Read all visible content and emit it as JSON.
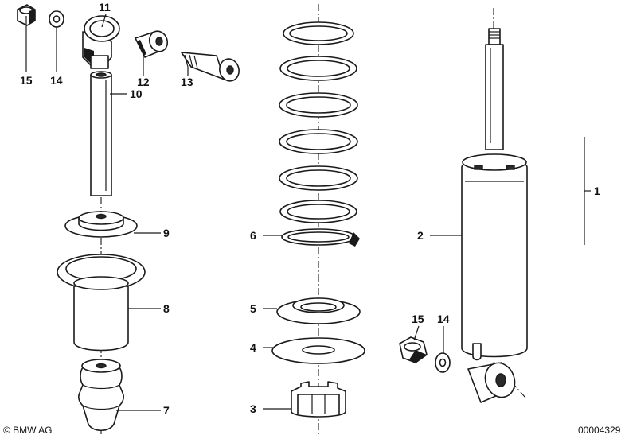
{
  "callouts": {
    "c1": "1",
    "c2": "2",
    "c3": "3",
    "c4": "4",
    "c5": "5",
    "c6": "6",
    "c7": "7",
    "c8": "8",
    "c9": "9",
    "c10": "10",
    "c11": "11",
    "c12": "12",
    "c13": "13",
    "c14_left": "14",
    "c15_left": "15",
    "c14_right": "14",
    "c15_right": "15"
  },
  "footer": {
    "brand": "© BMW AG",
    "diagram_number": "00004329"
  }
}
